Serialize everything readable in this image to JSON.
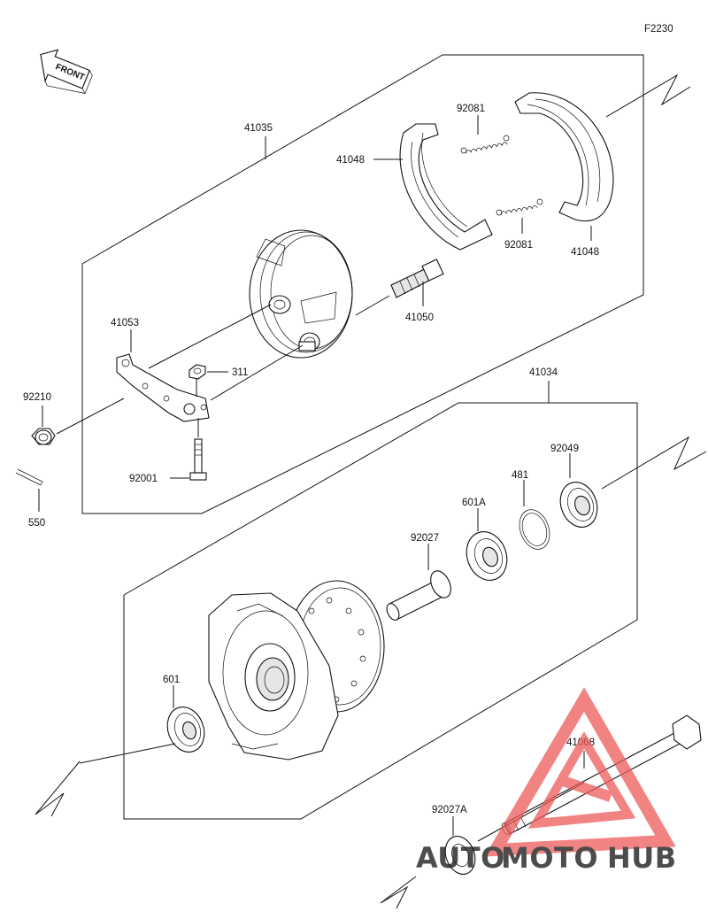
{
  "diagram": {
    "figure_code": "F2230",
    "front_label": "FRONT",
    "colors": {
      "line": "#111111",
      "watermark_red": "#ee5a5a",
      "watermark_orange": "#f5a243",
      "watermark_gray": "#9a9a9a"
    },
    "labels": {
      "l41035": "41035",
      "l41048a": "41048",
      "l92081a": "92081",
      "l92081b": "92081",
      "l41048b": "41048",
      "l41050": "41050",
      "l41053": "41053",
      "l311": "311",
      "l92210": "92210",
      "l92001": "92001",
      "l550": "550",
      "l41034": "41034",
      "l92049": "92049",
      "l481": "481",
      "l601A": "601A",
      "l92027": "92027",
      "l601": "601",
      "l41068": "41068",
      "l92027A": "92027A"
    }
  },
  "watermark": {
    "part1": "AUTO",
    "part2": "MOTO",
    "part3": "HUB"
  }
}
